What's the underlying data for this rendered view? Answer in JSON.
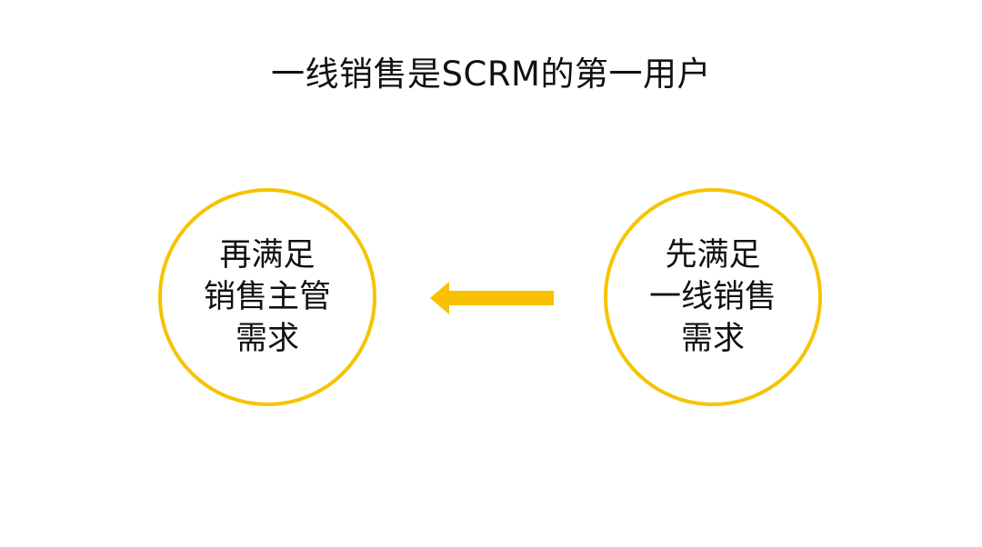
{
  "title": "一线销售是SCRM的第一用户",
  "left_circle": {
    "lines": [
      "再满足",
      "销售主管",
      "需求"
    ]
  },
  "right_circle": {
    "lines": [
      "先满足",
      "一线销售",
      "需求"
    ]
  },
  "colors": {
    "accent": "#f5c400",
    "arrow": "#f9c000",
    "text": "#111111",
    "background": "#ffffff"
  }
}
